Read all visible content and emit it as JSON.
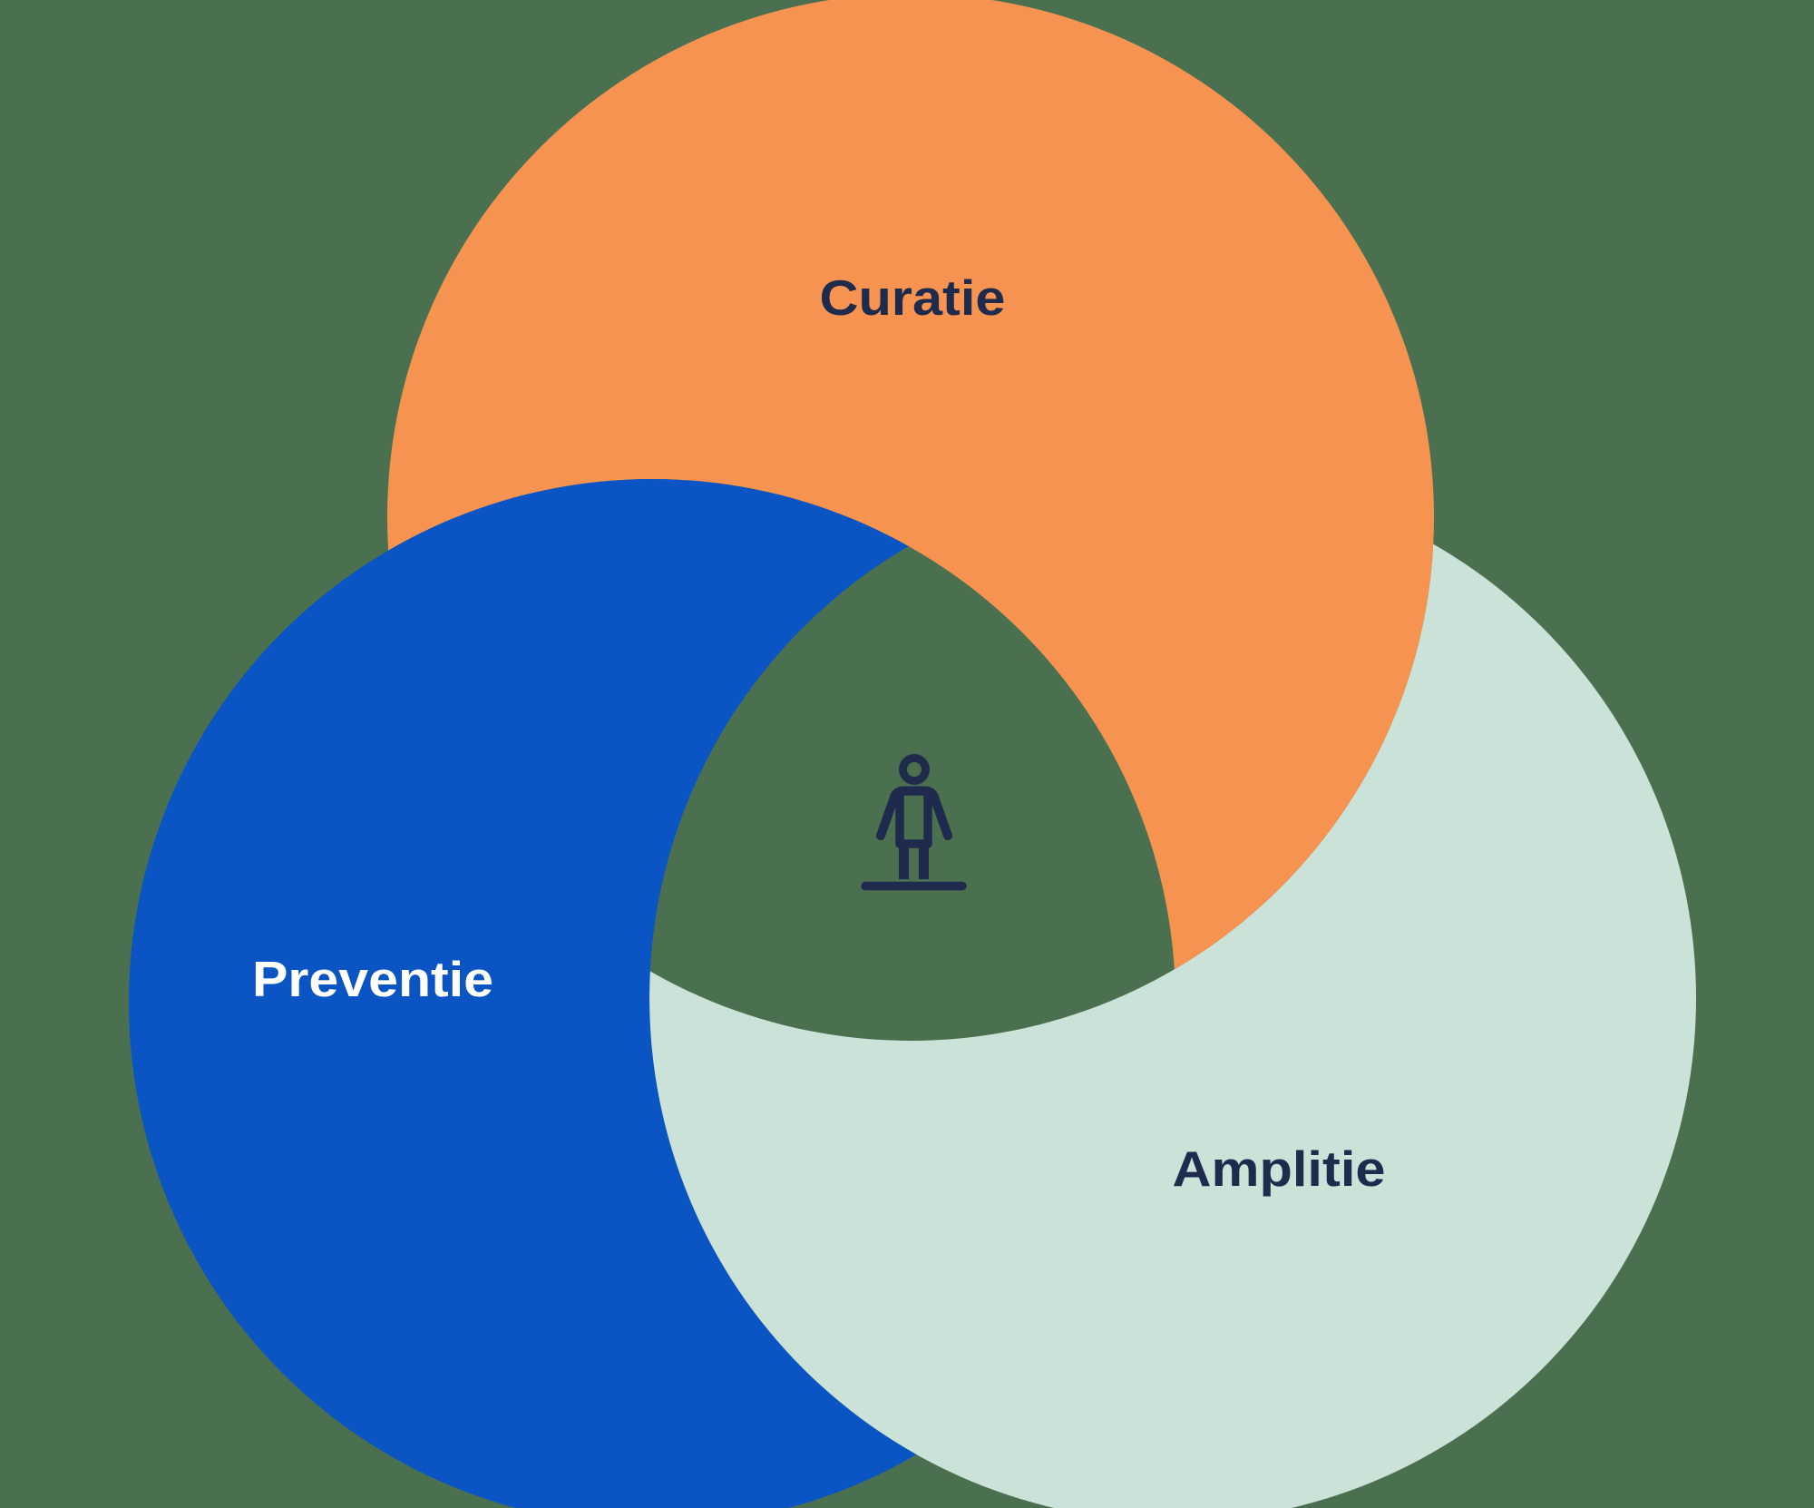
{
  "diagram": {
    "background_color": "#4B7050",
    "regions": [
      {
        "id": "top",
        "label": "Curatie",
        "color": "#F79350",
        "label_color": "#1E2B4D"
      },
      {
        "id": "left",
        "label": "Preventie",
        "color": "#0A54C4",
        "label_color": "#FFFFFF"
      },
      {
        "id": "right",
        "label": "Amplitie",
        "color": "#CBE2D9",
        "label_color": "#1E2B4D"
      }
    ],
    "center_icon": {
      "name": "person-icon",
      "color": "#1E2B4D"
    }
  }
}
